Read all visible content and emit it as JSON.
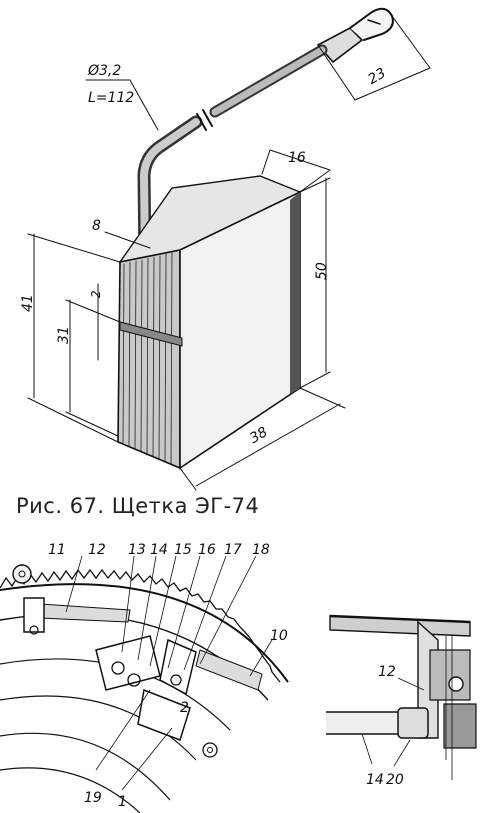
{
  "figure": {
    "caption": "Рис. 67. Щетка ЭГ-74"
  },
  "brush_drawing": {
    "dims": {
      "wire_diameter": "Ø3,2",
      "wire_length": "L=112",
      "lug": "23",
      "thickness": "16",
      "height": "50",
      "width": "38",
      "left_height": "41",
      "lower_height": "31",
      "slot": "2"
    },
    "part_label": "8"
  },
  "holder_drawing": {
    "labels_top": [
      "11",
      "12",
      "13",
      "14",
      "15",
      "16",
      "17",
      "18"
    ],
    "labels_right": "10",
    "labels_bottom": [
      "19",
      "1"
    ],
    "label_2": "2"
  },
  "detail_drawing": {
    "labels": [
      "12",
      "14",
      "20"
    ]
  }
}
